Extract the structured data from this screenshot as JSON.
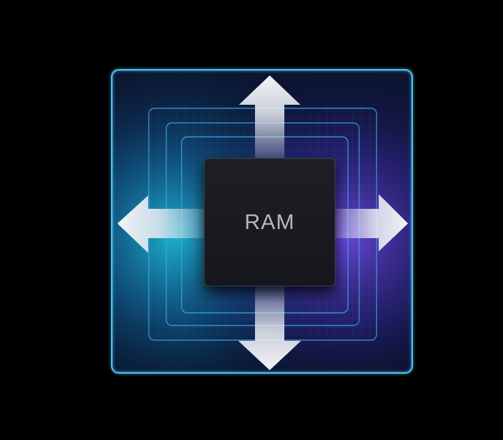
{
  "chip": {
    "label": "RAM"
  },
  "colors": {
    "background": "#000000",
    "outer_frame": "#4fc8f5",
    "inner_frames": "#3aa9e8",
    "glow_cyan": "#1cc6e6",
    "glow_violet": "#6a3fe0",
    "arrow_fill": "#e8eaf0",
    "chip_body": "#1a1c21",
    "chip_text": "#b7b9bd"
  },
  "arrows": [
    "up",
    "down",
    "left",
    "right"
  ]
}
